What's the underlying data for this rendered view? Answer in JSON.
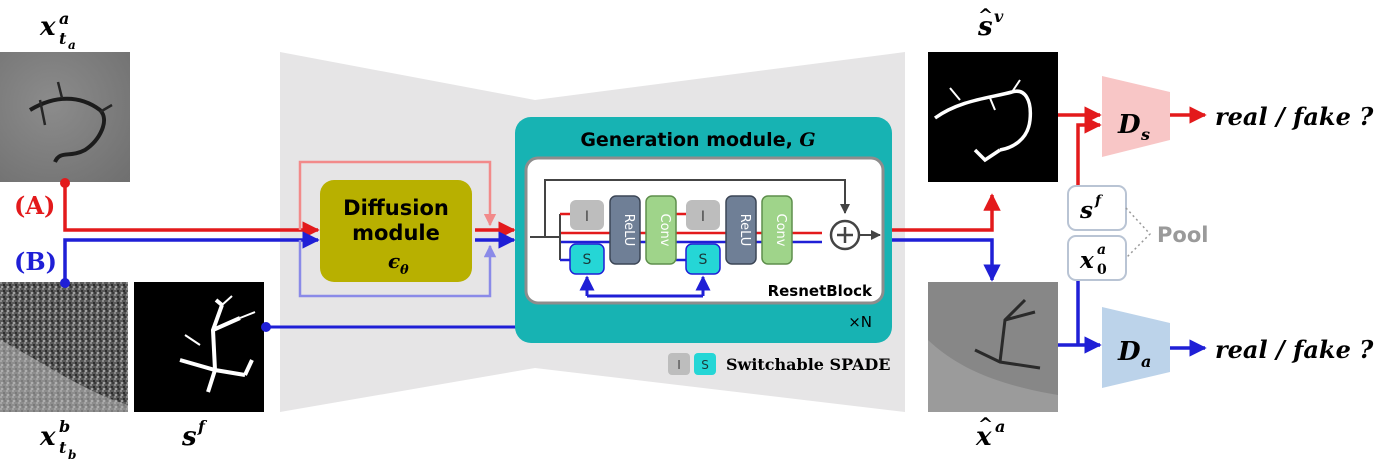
{
  "inputs": {
    "xa_base": "x",
    "xa_sub": "t",
    "xa_subsub": "a",
    "xa_sup": "a",
    "xb_base": "x",
    "xb_sub": "t",
    "xb_subsub": "b",
    "xb_sup": "b",
    "sf_base": "s",
    "sf_sup": "f"
  },
  "paths": {
    "label_a": "(A)",
    "label_b": "(B)",
    "color_a": "#e31a1c",
    "color_b": "#1f1fd6"
  },
  "diffusion": {
    "title_line1": "Diffusion",
    "title_line2": "module",
    "symbol": "ϵ",
    "symbol_sub": "θ",
    "color": "#b8b000"
  },
  "generation": {
    "title": "Generation module, ",
    "title_symbol": "G",
    "resnet_label": "ResnetBlock",
    "repeat_label": "×N",
    "color": "#17b3b3",
    "blocks": {
      "identity": "I",
      "spade": "S",
      "relu": "ReLU",
      "conv": "Conv"
    }
  },
  "legend": {
    "identity": "I",
    "spade": "S",
    "label": "Switchable SPADE"
  },
  "outputs": {
    "sv_base": "s",
    "sv_sup": "v",
    "xa_base": "x",
    "xa_sup": "a"
  },
  "discriminators": {
    "ds_base": "D",
    "ds_sub": "s",
    "da_base": "D",
    "da_sub": "a",
    "real_fake_top": "real / fake ?",
    "real_fake_bottom": "real / fake ?"
  },
  "pool": {
    "label": "Pool",
    "item1_base": "s",
    "item1_sup": "f",
    "item2_base": "x",
    "item2_sub": "0",
    "item2_sup": "a"
  }
}
